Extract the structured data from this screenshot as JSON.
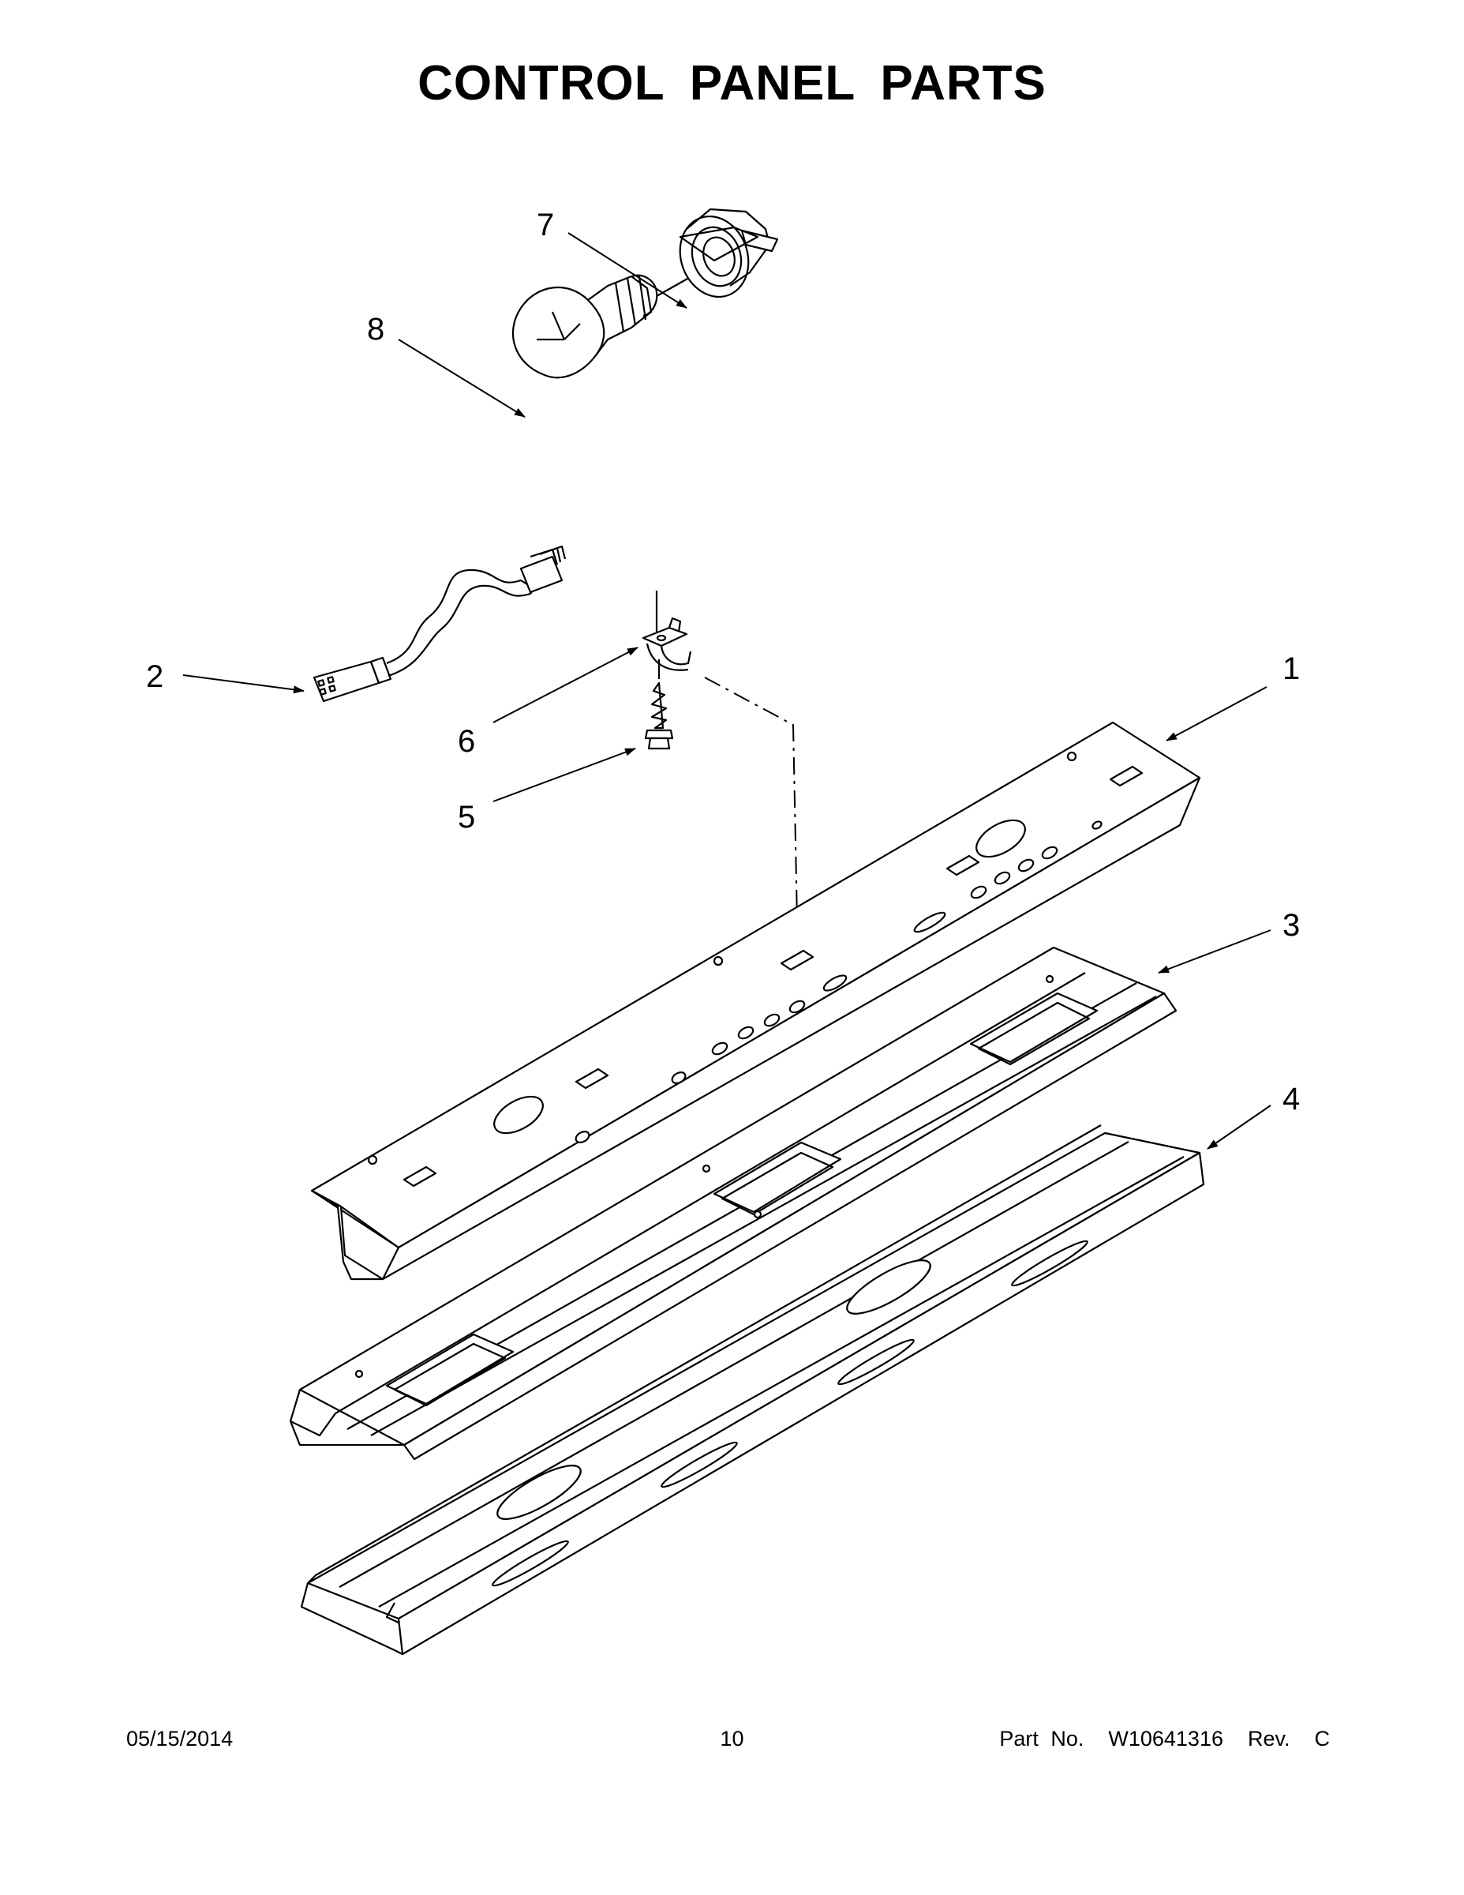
{
  "title": "CONTROL PANEL PARTS",
  "callouts": [
    "1",
    "2",
    "3",
    "4",
    "5",
    "6",
    "7",
    "8"
  ],
  "footer": {
    "date": "05/15/2014",
    "page": "10",
    "part_number": "Part No.  W10641316  Rev.  C"
  }
}
